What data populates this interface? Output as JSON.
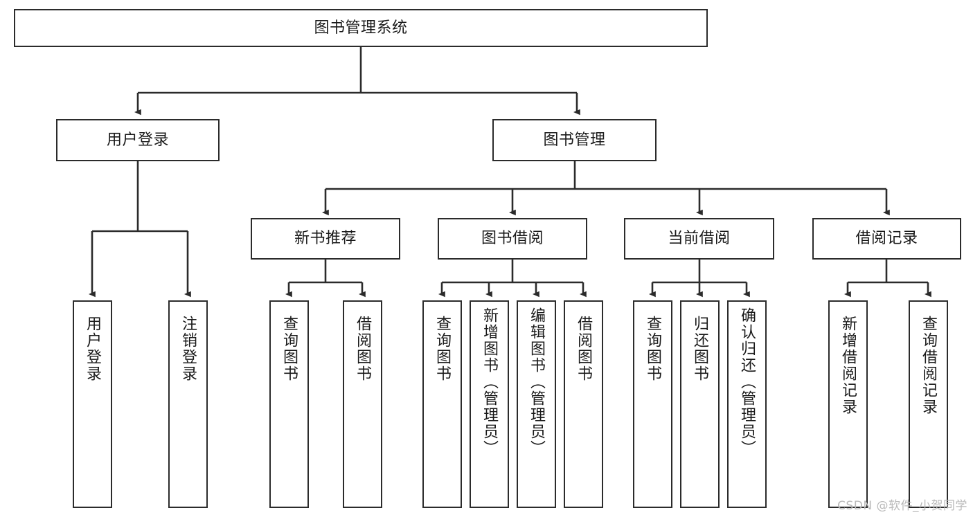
{
  "diagram": {
    "title": "图书管理系统",
    "stroke_color": "#2b2b2b",
    "text_color": "#1a1a1a",
    "background": "#ffffff",
    "watermark": "CSDN @软件_小贺同学",
    "levels": {
      "level1": "图书管理系统",
      "level2": [
        "用户登录",
        "图书管理"
      ],
      "level3": [
        "新书推荐",
        "图书借阅",
        "当前借阅",
        "借阅记录"
      ]
    },
    "nodes": {
      "root": {
        "label": "图书管理系统"
      },
      "user_login": {
        "label": "用户登录"
      },
      "book_manage": {
        "label": "图书管理"
      },
      "new_book_rec": {
        "label": "新书推荐"
      },
      "book_borrow": {
        "label": "图书借阅"
      },
      "current_borrow": {
        "label": "当前借阅"
      },
      "borrow_record": {
        "label": "借阅记录"
      },
      "leaf_user_login": {
        "label": "用户登录"
      },
      "leaf_user_logout": {
        "label": "注销登录"
      },
      "leaf_query_book_1": {
        "label": "查询图书"
      },
      "leaf_borrow_book_1": {
        "label": "借阅图书"
      },
      "leaf_query_book_2": {
        "label": "查询图书"
      },
      "leaf_add_book_admin": {
        "label": "新增图书（管理员）"
      },
      "leaf_edit_book_admin": {
        "label": "编辑图书（管理员）"
      },
      "leaf_borrow_book_2": {
        "label": "借阅图书"
      },
      "leaf_query_book_3": {
        "label": "查询图书"
      },
      "leaf_return_book": {
        "label": "归还图书"
      },
      "leaf_confirm_return_admin": {
        "label": "确认归还（管理员）"
      },
      "leaf_add_record": {
        "label": "新增借阅记录"
      },
      "leaf_query_record": {
        "label": "查询借阅记录"
      }
    }
  }
}
